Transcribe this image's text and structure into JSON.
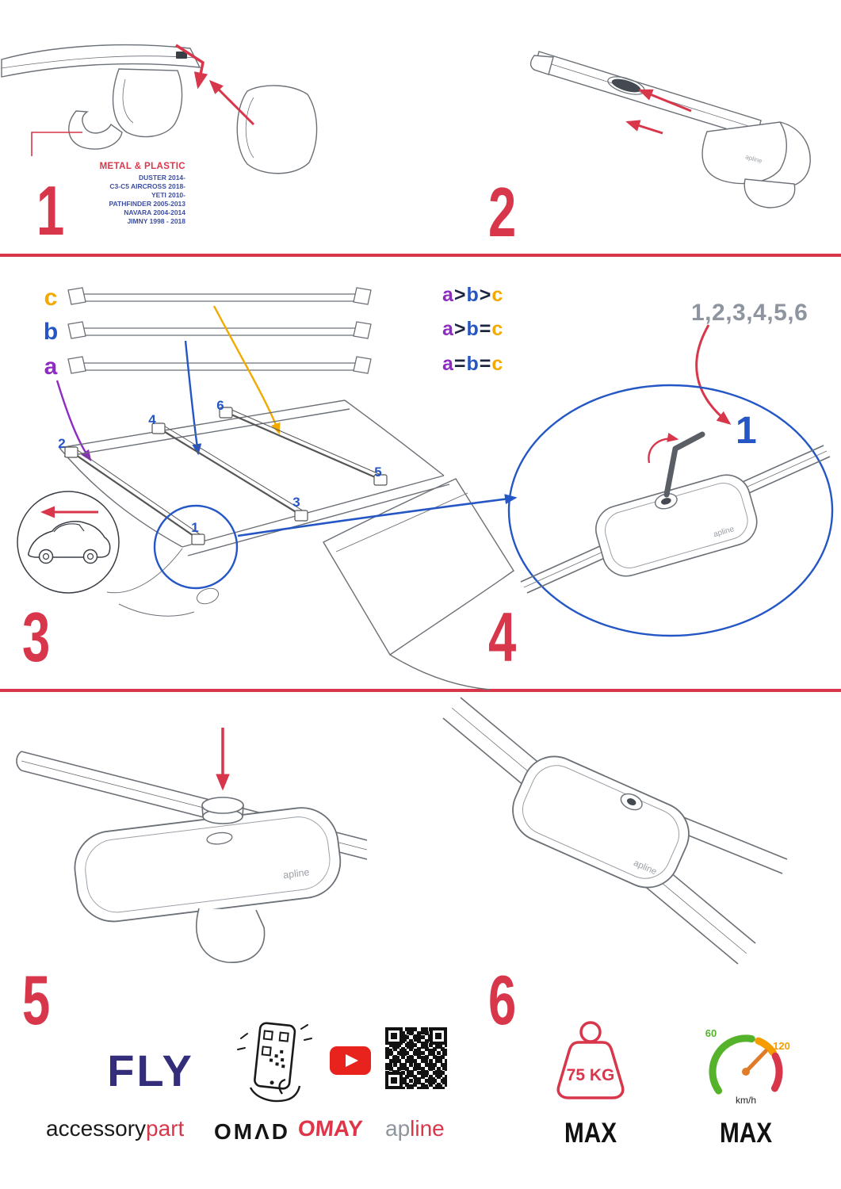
{
  "steps": {
    "s1": "1",
    "s2": "2",
    "s3": "3",
    "s4": "4",
    "s5": "5",
    "s6": "6"
  },
  "panel1": {
    "material_label": "METAL & PLASTIC",
    "models": [
      "DUSTER 2014-",
      "C3-C5 AIRCROSS 2018-",
      "YETI 2010-",
      "PATHFINDER 2005-2013",
      "NAVARA 2004-2014",
      "JIMNY 1998 - 2018"
    ]
  },
  "panel3": {
    "bar_labels": [
      "c",
      "b",
      "a"
    ],
    "formulas": [
      [
        "a",
        ">",
        "b",
        ">",
        "c"
      ],
      [
        "a",
        ">",
        "b",
        "=",
        "c"
      ],
      [
        "a",
        "=",
        "b",
        "=",
        "c"
      ]
    ],
    "positions": {
      "p1": "1",
      "p2": "2",
      "p3": "3",
      "p4": "4",
      "p5": "5",
      "p6": "6"
    }
  },
  "panel4": {
    "sequence": "1,2,3,4,5,6",
    "highlight": "1"
  },
  "drawing": {
    "foot_logo": "apline"
  },
  "footer": {
    "brand_fly": "FLY",
    "brand_accessory": "accessory",
    "brand_part": "part",
    "brand_omad": "OMΛD",
    "brand_omay": "OMAY",
    "brand_ap": "ap",
    "brand_line": "line",
    "weight_value": "75 KG",
    "weight_max": "MAX",
    "speed_low": "60",
    "speed_high": "120",
    "speed_unit": "km/h",
    "speed_max": "MAX"
  },
  "colors": {
    "red": "#d8374b",
    "blue": "#2457c5",
    "purple": "#8e2cc2",
    "orange": "#f2a900"
  }
}
